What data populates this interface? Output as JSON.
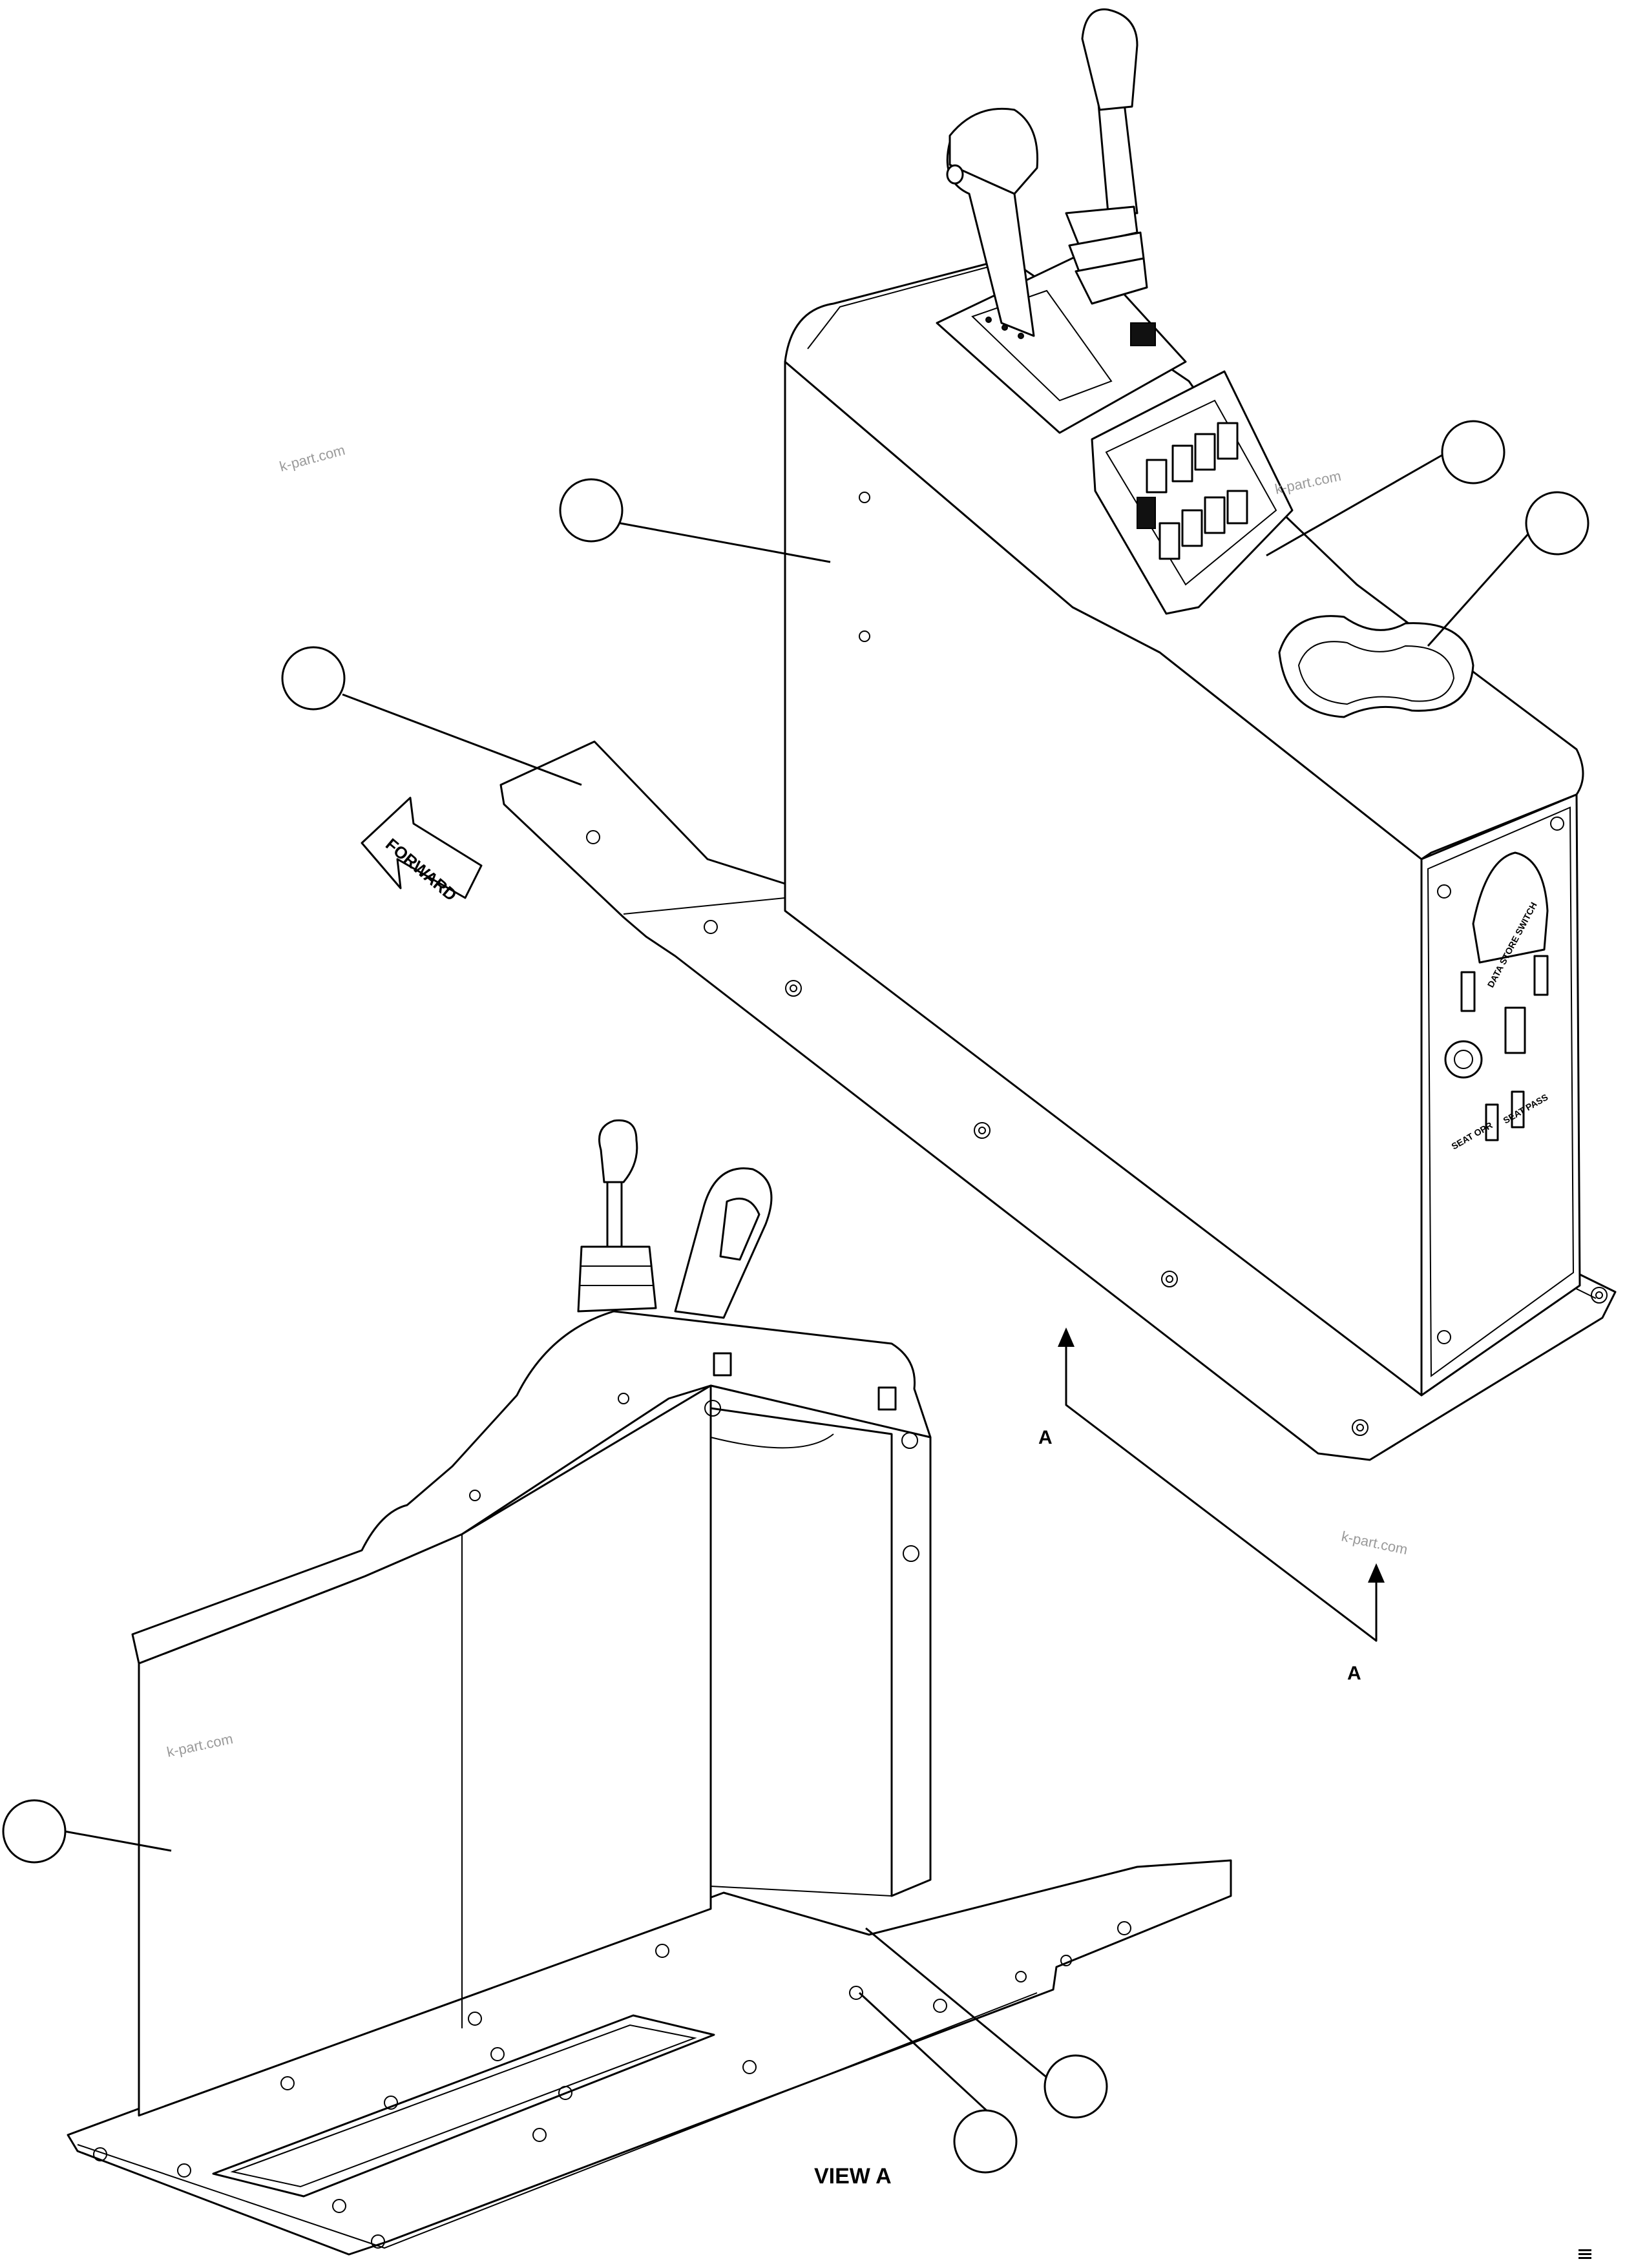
{
  "labels": {
    "forward": "FORWARD",
    "section_a_top": "A",
    "section_a_bottom": "A",
    "view_a": "VIEW A"
  },
  "panel_text": {
    "data_store_switch": "DATA STORE SWITCH",
    "seat_opr": "SEAT OPR",
    "seat_pass": "SEAT PASS"
  },
  "watermarks": [
    "k-part.com",
    "k-part.com",
    "k-part.com",
    "k-part.com"
  ]
}
